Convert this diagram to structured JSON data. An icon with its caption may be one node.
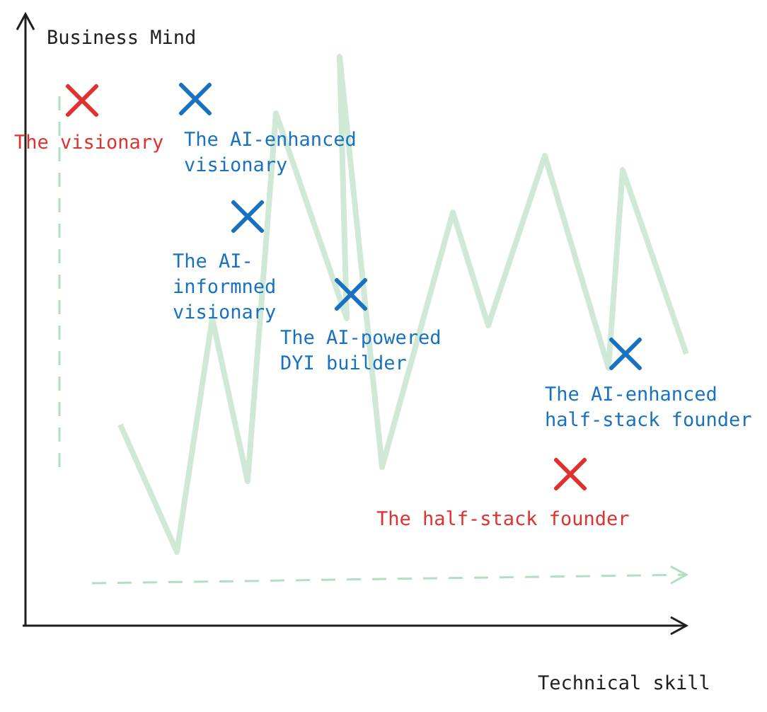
{
  "diagram": {
    "labels": [
      "Business Mind",
      "The visionary",
      "The AI-enhanced visionary",
      "The AI-informned visionary",
      "The AI-powered DYI builder",
      "The AI-enhanced half-stack founder",
      "The half-stack founder",
      "Technical skill"
    ]
  }
}
